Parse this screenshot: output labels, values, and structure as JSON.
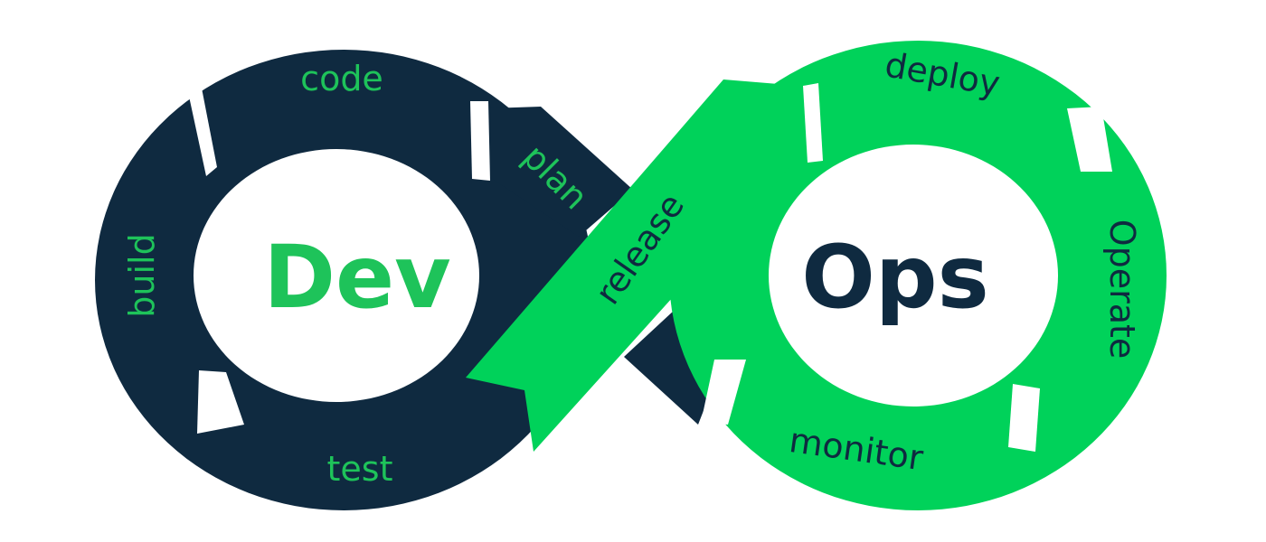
{
  "diagram": {
    "left_center": {
      "text": "Dev",
      "color": "#1ec35a"
    },
    "right_center": {
      "text": "Ops",
      "color": "#0f2a40"
    },
    "stages": [
      {
        "id": "code",
        "label": "code",
        "color": "#1ec35a"
      },
      {
        "id": "plan",
        "label": "plan",
        "color": "#1ec35a"
      },
      {
        "id": "build",
        "label": "build",
        "color": "#1ec35a"
      },
      {
        "id": "test",
        "label": "test",
        "color": "#1ec35a"
      },
      {
        "id": "release",
        "label": "release",
        "color": "#0f2a40"
      },
      {
        "id": "deploy",
        "label": "deploy",
        "color": "#0f2a40"
      },
      {
        "id": "operate",
        "label": "Operate",
        "color": "#0f2a40"
      },
      {
        "id": "monitor",
        "label": "monitor",
        "color": "#0f2a40"
      }
    ],
    "colors": {
      "dev_ring": "#0f2a40",
      "ops_ring": "#00d25a",
      "background": "#ffffff"
    }
  }
}
